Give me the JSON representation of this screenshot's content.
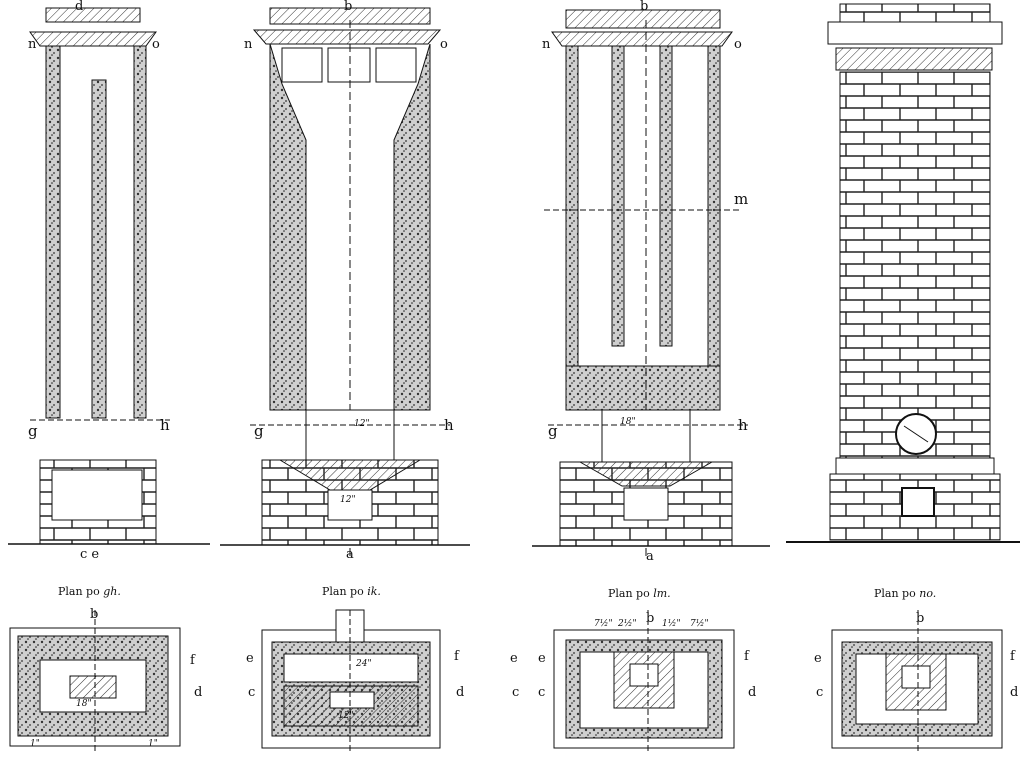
{
  "elevations": [
    {
      "id": "e1",
      "labels": {
        "top": "d",
        "left_top": "n",
        "right_top": "o",
        "g": "g",
        "h": "h",
        "bottom": "c e"
      }
    },
    {
      "id": "e2",
      "labels": {
        "top": "b",
        "left_top": "n",
        "right_top": "o",
        "g": "g",
        "h": "h",
        "bottom": "a"
      },
      "dims": {
        "upper": "12\"",
        "lower": "12\""
      }
    },
    {
      "id": "e3",
      "labels": {
        "top": "b",
        "left_top": "n",
        "right_top": "o",
        "m": "m",
        "g": "g",
        "h": "h",
        "bottom": "a"
      },
      "dims": {
        "upper": "18\""
      }
    },
    {
      "id": "e4",
      "labels": {}
    }
  ],
  "plans": [
    {
      "id": "p1",
      "title_prefix": "Plan po",
      "title_section": "gh.",
      "labels": {
        "b": "b",
        "f": "f",
        "d": "d"
      },
      "dims": {
        "inner": "18\"",
        "left": "1\"",
        "right": "1\""
      }
    },
    {
      "id": "p2",
      "title_prefix": "Plan po",
      "title_section": "ik.",
      "labels": {
        "e": "e",
        "f": "f",
        "c": "c",
        "d": "d"
      },
      "dims": {
        "top": "24\"",
        "mid": "12\""
      }
    },
    {
      "id": "p3",
      "title_prefix": "Plan po",
      "title_section": "lm.",
      "labels": {
        "b": "b",
        "e": "e",
        "e2": "e",
        "f": "f",
        "c": "c",
        "c2": "c",
        "d": "d"
      },
      "dims": {
        "a": "7½\"",
        "b": "2½\"",
        "c": "1½\"",
        "d": "7½\""
      }
    },
    {
      "id": "p4",
      "title_prefix": "Plan po",
      "title_section": "no.",
      "labels": {
        "b": "b",
        "e": "e",
        "f": "f",
        "c": "c",
        "d": "d"
      }
    }
  ]
}
